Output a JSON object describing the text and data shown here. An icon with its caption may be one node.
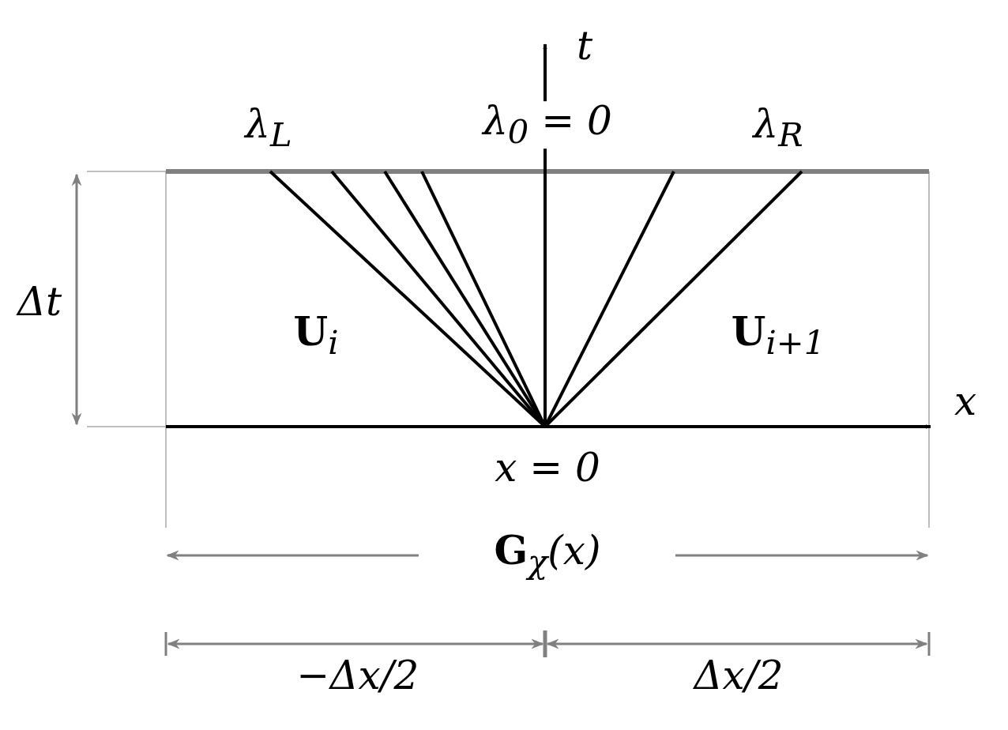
{
  "diagram": {
    "labels": [
      "t",
      "λ$_{L}$",
      "λ$_{0}$ = 0",
      "λ$_{R}$",
      "Δt",
      "**U**$_{i}$",
      "**U**$_{i+1}$",
      "x",
      "x = 0",
      "**G**$_{χ}$(x)",
      "−Δx/2",
      "Δx/2"
    ]
  }
}
